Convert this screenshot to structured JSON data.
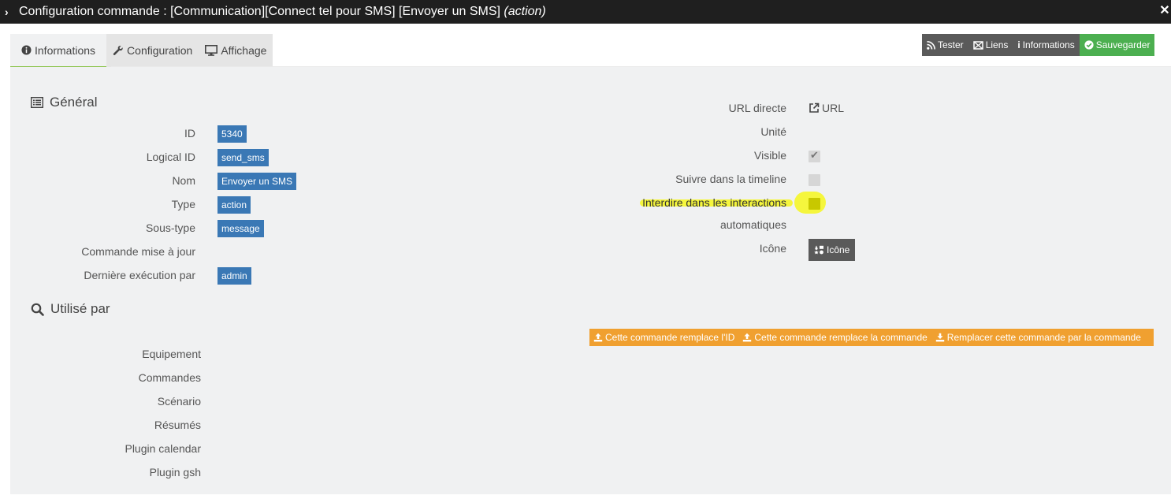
{
  "window": {
    "title_prefix": "Configuration commande : [Communication][Connect tel pour SMS] [Envoyer un SMS] ",
    "title_type": "(action)",
    "close_glyph": "✕"
  },
  "tabs": [
    {
      "label": "Informations",
      "icon": "info-circle-icon",
      "active": true
    },
    {
      "label": "Configuration",
      "icon": "wrench-icon",
      "active": false
    },
    {
      "label": "Affichage",
      "icon": "monitor-icon",
      "active": false
    }
  ],
  "actions": {
    "test_label": "Tester",
    "links_label": "Liens",
    "info_label": "Informations",
    "save_label": "Sauvegarder"
  },
  "general": {
    "title": "Général",
    "fields": [
      {
        "label": "ID",
        "value": "5340"
      },
      {
        "label": "Logical ID",
        "value": "send_sms"
      },
      {
        "label": "Nom",
        "value": "Envoyer un SMS"
      },
      {
        "label": "Type",
        "value": "action"
      },
      {
        "label": "Sous-type",
        "value": "message"
      },
      {
        "label": "Commande mise à jour",
        "value": ""
      },
      {
        "label": "Dernière exécution par",
        "value": "admin"
      }
    ]
  },
  "right": {
    "url_label": "URL directe",
    "url_link": "URL",
    "unit_label": "Unité",
    "visible_label": "Visible",
    "visible_checked": true,
    "timeline_label": "Suivre dans la timeline",
    "timeline_checked": false,
    "interactions_label_1": "Interdire dans les interactions",
    "interactions_label_2": "automatiques",
    "interactions_checked": false,
    "icon_label": "Icône",
    "icon_button": "Icône"
  },
  "used_by": {
    "title": "Utilisé par",
    "items": [
      "Equipement",
      "Commandes",
      "Scénario",
      "Résumés",
      "Plugin calendar",
      "Plugin gsh"
    ]
  },
  "replace_buttons": {
    "replace_id": "Cette commande remplace l'ID",
    "replace_cmd": "Cette commande remplace la commande",
    "replace_by": "Remplacer cette commande par la commande"
  },
  "colors": {
    "accent_blue": "#3a78b5",
    "save_green": "#4caf50",
    "orange": "#f0a030",
    "highlight": "#f7f700"
  }
}
